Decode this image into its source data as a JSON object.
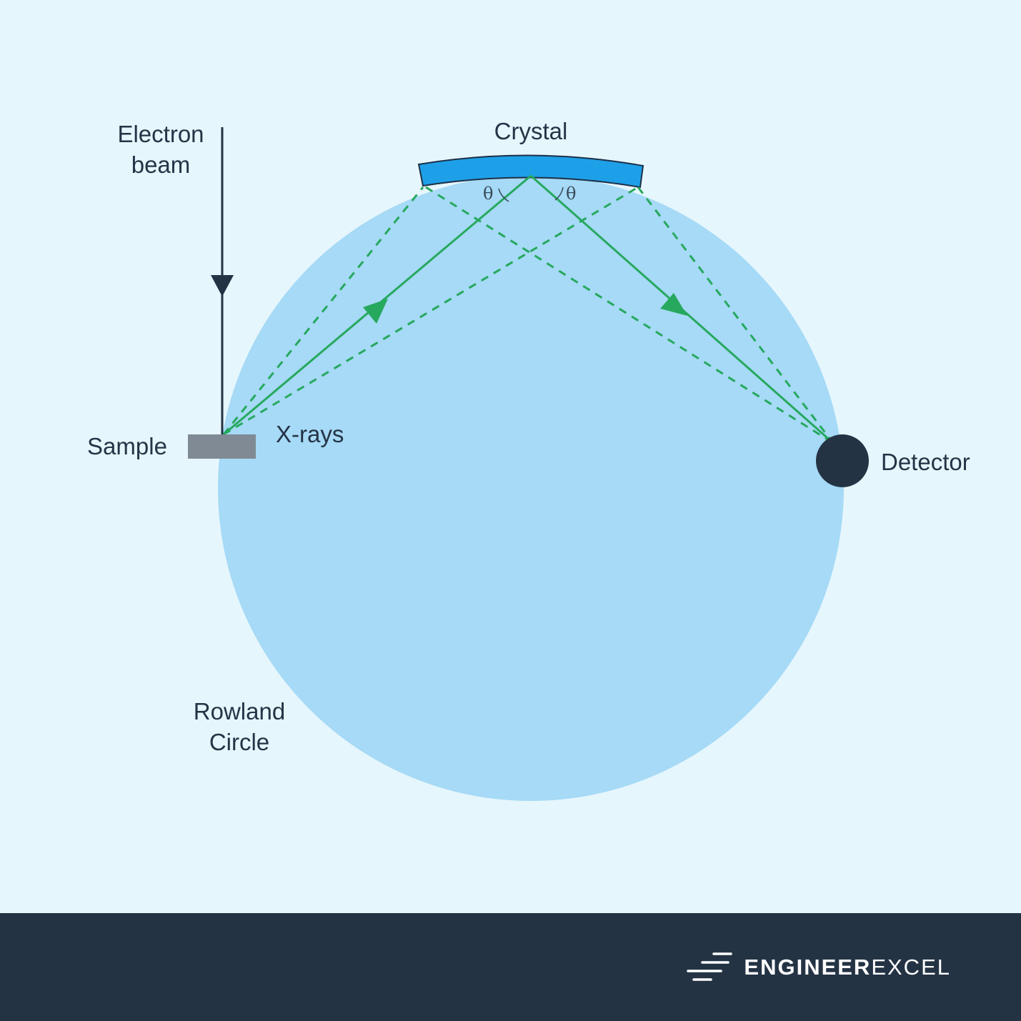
{
  "labels": {
    "electron_beam_line1": "Electron",
    "electron_beam_line2": "beam",
    "crystal": "Crystal",
    "sample": "Sample",
    "xrays": "X-rays",
    "detector": "Detector",
    "rowland_line1": "Rowland",
    "rowland_line2": "Circle",
    "theta_left": "θ",
    "theta_right": "θ"
  },
  "brand": {
    "part1": "ENGINEER",
    "part2": "EXCEL",
    "logo_icon": "speed-lines-icon"
  },
  "colors": {
    "background": "#e6f6fd",
    "rowland_circle": "#a6daf6",
    "crystal": "#1ea0e8",
    "ray": "#27a85f",
    "dark": "#243344",
    "sample": "#808a94"
  }
}
